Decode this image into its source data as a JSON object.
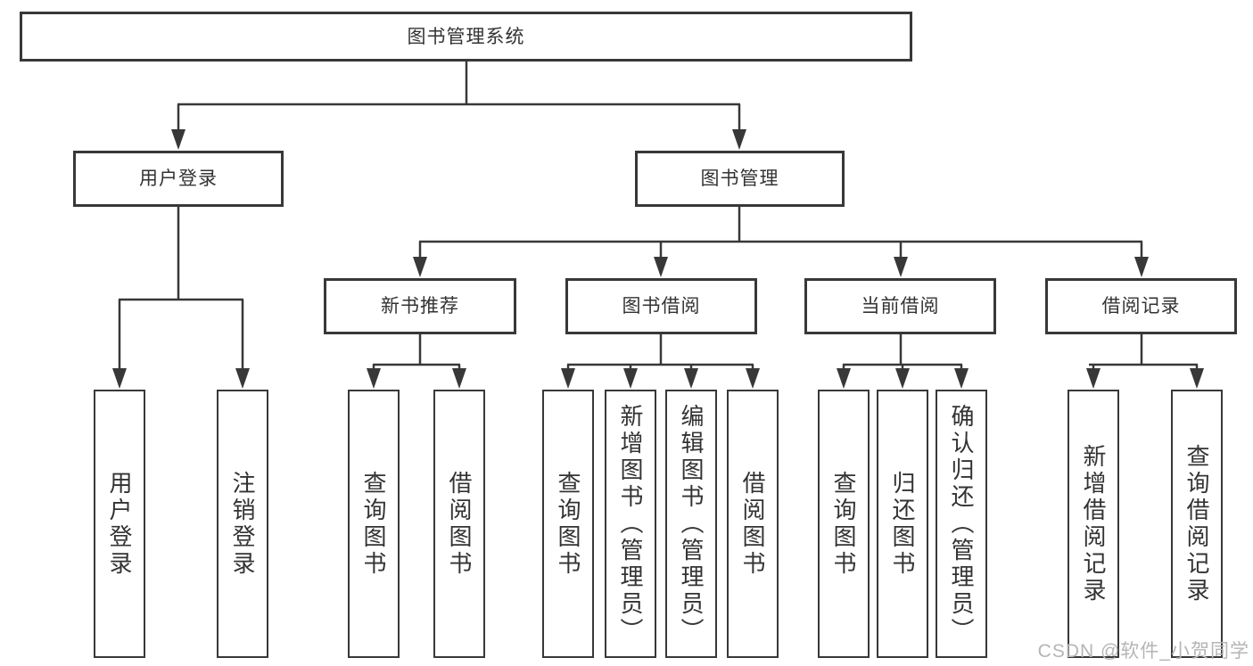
{
  "colors": {
    "background": "#ffffff",
    "line": "#383838",
    "text": "#333333",
    "watermark": "#b5b5b5"
  },
  "watermark": {
    "text": "CSDN @软件_小贺同学"
  },
  "tree": {
    "label": "图书管理系统",
    "children": [
      {
        "label": "用户登录",
        "children": [
          {
            "label": "用户登录"
          },
          {
            "label": "注销登录"
          }
        ]
      },
      {
        "label": "图书管理",
        "children": [
          {
            "label": "新书推荐",
            "children": [
              {
                "label": "查询图书"
              },
              {
                "label": "借阅图书"
              }
            ]
          },
          {
            "label": "图书借阅",
            "children": [
              {
                "label": "查询图书"
              },
              {
                "label": "新增图书（管理员）"
              },
              {
                "label": "编辑图书（管理员）"
              },
              {
                "label": "借阅图书"
              }
            ]
          },
          {
            "label": "当前借阅",
            "children": [
              {
                "label": "查询图书"
              },
              {
                "label": "归还图书"
              },
              {
                "label": "确认归还（管理员）"
              }
            ]
          },
          {
            "label": "借阅记录",
            "children": [
              {
                "label": "新增借阅记录"
              },
              {
                "label": "查询借阅记录"
              }
            ]
          }
        ]
      }
    ]
  }
}
